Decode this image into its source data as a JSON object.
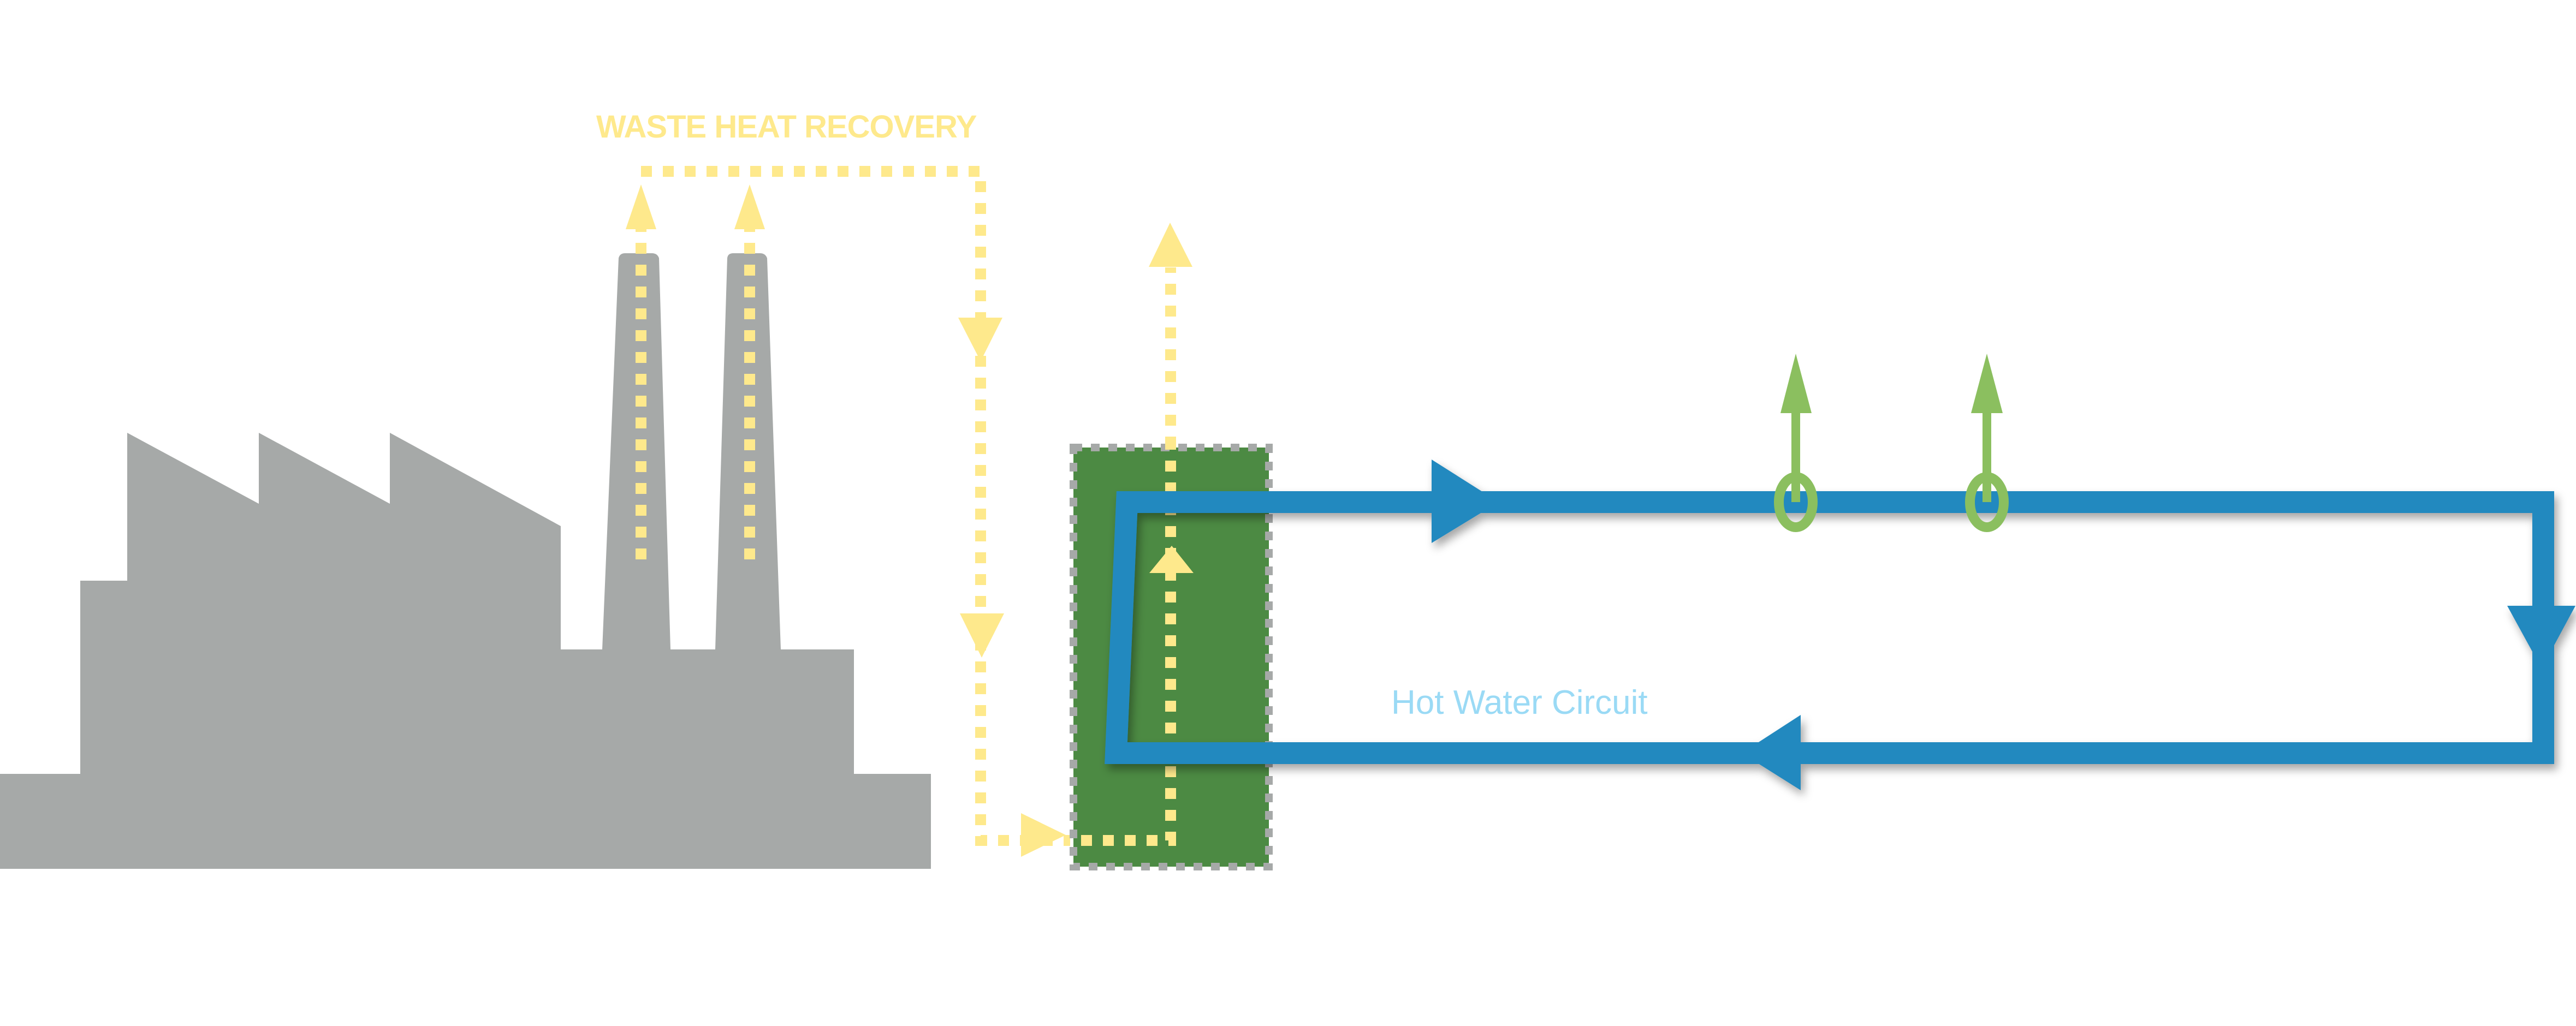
{
  "diagram": {
    "title": "WASTE HEAT RECOVERY",
    "circuit_label": "Hot Water Circuit",
    "colors": {
      "factory": "#a6a9a8",
      "heat_flow": "#fee98c",
      "exchanger_fill": "#4c8a43",
      "exchanger_border": "#a6a9a8",
      "circuit": "#2489bf",
      "consumer": "#8bbf5f",
      "circuit_label": "#9adaf5"
    },
    "elements": {
      "factory": "Factory building with two chimneys",
      "heat_exchanger": "Heat exchanger",
      "circuit": "Hot water circuit (clockwise flow)",
      "consumers": [
        "Heat consumer 1",
        "Heat consumer 2"
      ]
    }
  }
}
